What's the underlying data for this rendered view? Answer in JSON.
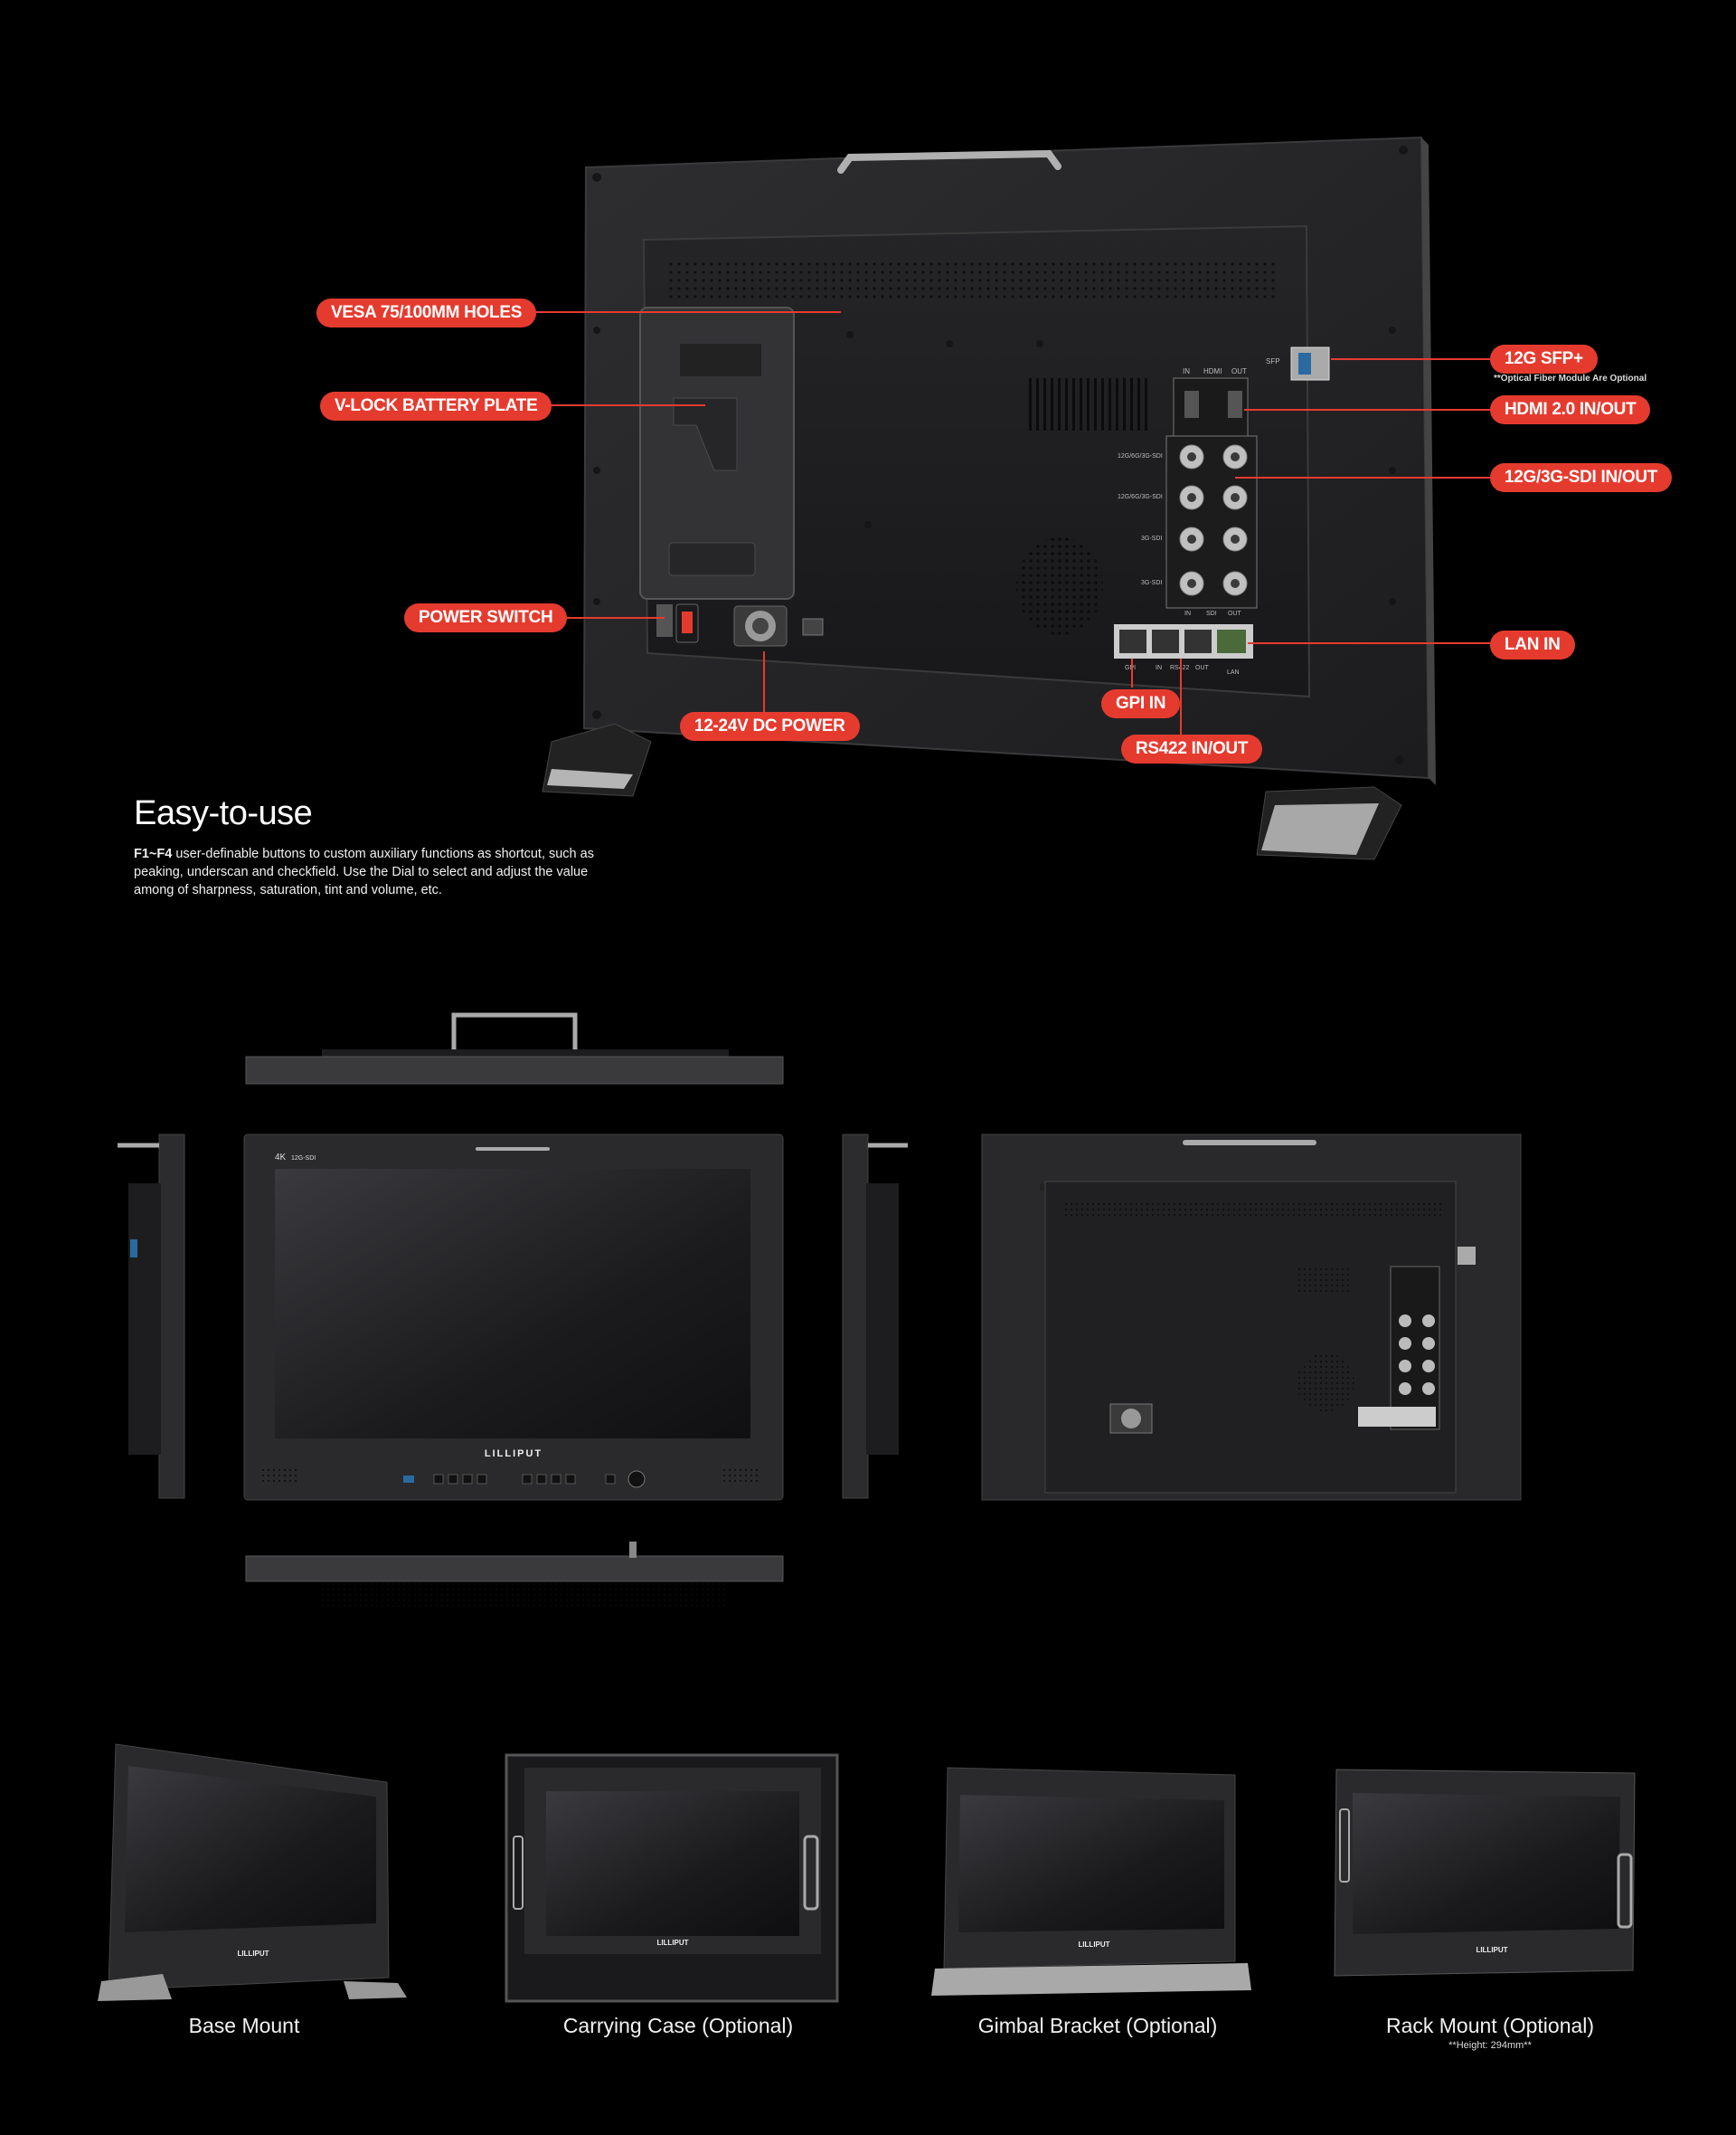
{
  "callouts": {
    "vesa": "VESA 75/100MM HOLES",
    "vlock": "V-LOCK BATTERY PLATE",
    "power_switch": "POWER SWITCH",
    "dc_power": "12-24V DC POWER",
    "sfp": "12G SFP+",
    "sfp_note": "**Optical Fiber Module Are Optional",
    "hdmi": "HDMI 2.0 IN/OUT",
    "sdi": "12G/3G-SDI IN/OUT",
    "lan": "LAN IN",
    "gpi": "GPI IN",
    "rs422": "RS422 IN/OUT"
  },
  "feature": {
    "heading": "Easy-to-use",
    "desc_bold": "F1~F4",
    "desc_rest": " user-definable buttons to custom auxiliary functions as shortcut, such as peaking, underscan and checkfield. Use the Dial to select and adjust the value among of sharpness, saturation, tint and volume, etc."
  },
  "device_labels": {
    "brand": "LILLIPUT",
    "badge": "4K",
    "badge_sub": "12G-SDI",
    "sfp_label": "SFP",
    "hdmi_in": "IN",
    "hdmi_mid": "HDMI",
    "hdmi_out": "OUT",
    "sdi1": "12G/6G/3G-SDI",
    "sdi2": "12G/6G/3G-SDI",
    "sdi3": "3G-SDI",
    "sdi4": "3G-SDI",
    "sdi_in": "IN",
    "sdi_mid": "SDI",
    "sdi_out": "OUT",
    "gpi": "GPI",
    "rs_in": "IN",
    "rs_mid": "RS422",
    "rs_out": "OUT",
    "lan": "LAN"
  },
  "mounts": [
    {
      "caption": "Base Mount",
      "note": ""
    },
    {
      "caption": "Carrying Case (Optional)",
      "note": ""
    },
    {
      "caption": "Gimbal Bracket (Optional)",
      "note": ""
    },
    {
      "caption": "Rack Mount (Optional)",
      "note": "**Height: 294mm**"
    }
  ],
  "colors": {
    "accent": "#e53b2f",
    "background": "#000000",
    "device_body": "#2a2a2c"
  }
}
